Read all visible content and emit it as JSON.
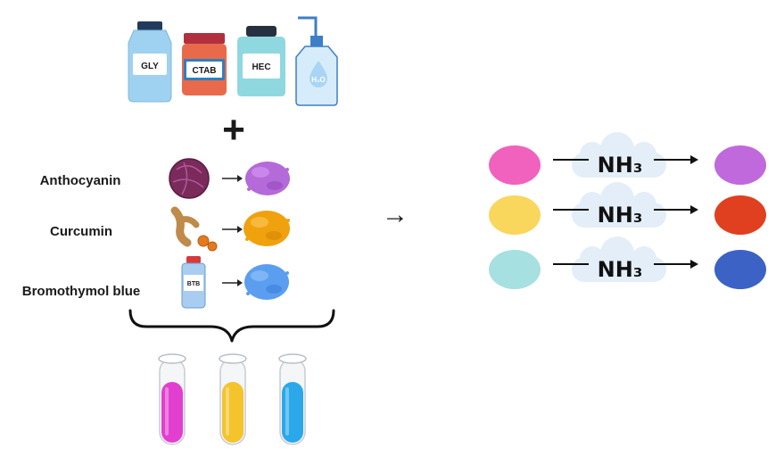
{
  "bottles": [
    {
      "label": "GLY",
      "color": "#9fd2f0"
    },
    {
      "label": "CTAB",
      "color": "#e86a4a"
    },
    {
      "label": "HEC",
      "color": "#8fd8e0"
    },
    {
      "label": "H₂O",
      "color": "#d7ecfb"
    }
  ],
  "plus_sign": "+",
  "indicators": [
    {
      "name": "Anthocyanin",
      "source": "red-cabbage",
      "powder_color": "#b46ad8"
    },
    {
      "name": "Curcumin",
      "source": "turmeric",
      "powder_color": "#f0a10e"
    },
    {
      "name": "Bromothymol blue",
      "source": "btb-bottle",
      "bottle_label": "BTB",
      "powder_color": "#5b9ef0"
    }
  ],
  "tubes": [
    {
      "color": "#e23fd0"
    },
    {
      "color": "#f4c42c"
    },
    {
      "color": "#2aa8ea"
    }
  ],
  "middle_arrow": "→",
  "reactions": [
    {
      "before_color": "#f062bd",
      "gas": "NH₃",
      "after_color": "#c069dd"
    },
    {
      "before_color": "#f9d65c",
      "gas": "NH₃",
      "after_color": "#e0401f"
    },
    {
      "before_color": "#a7e0e0",
      "gas": "NH₃",
      "after_color": "#3b62c4"
    }
  ]
}
